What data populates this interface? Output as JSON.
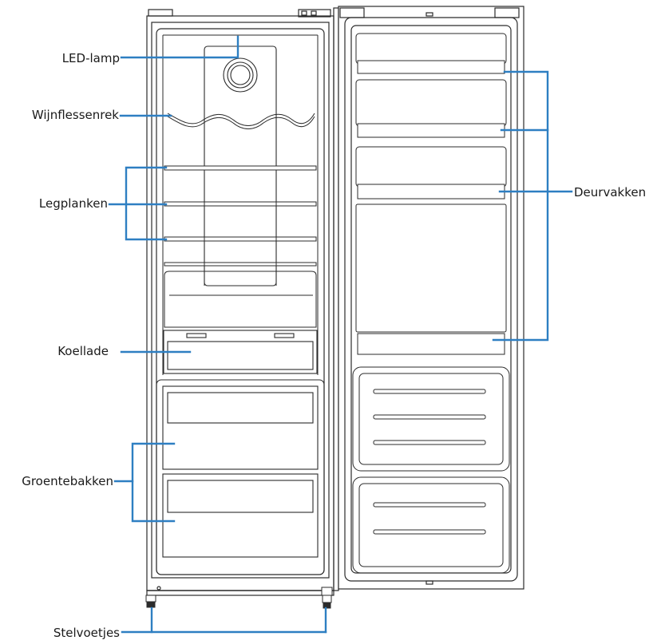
{
  "labels": {
    "led_lamp": "LED-lamp",
    "wine_rack": "Wijnflessenrek",
    "shelves": "Legplanken",
    "chiller_drawer": "Koellade",
    "crisper_drawers": "Groentebakken",
    "adjustable_feet": "Stelvoetjes",
    "door_bins": "Deurvakken"
  },
  "colors": {
    "callout_line": "#2e7fc2",
    "outline": "#2b2b2b",
    "fill_light": "#fafafa"
  }
}
